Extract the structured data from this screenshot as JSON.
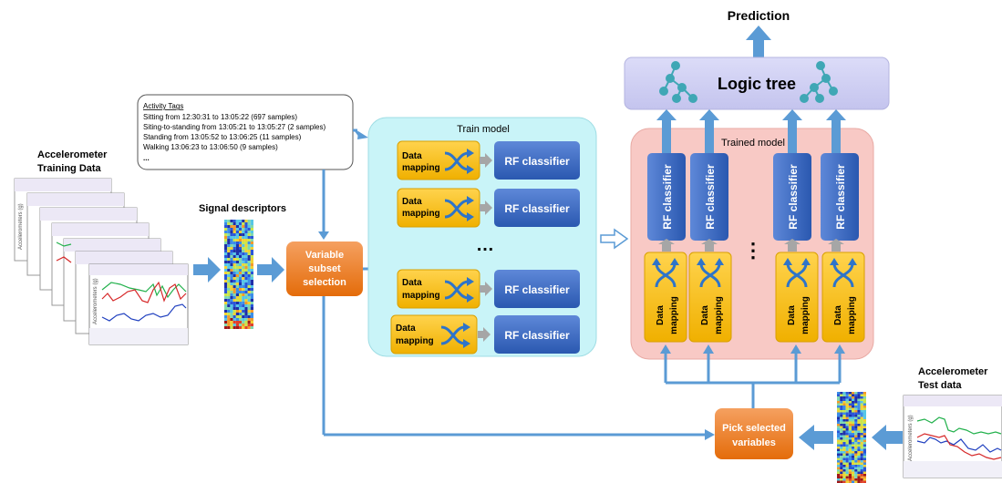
{
  "top": {
    "prediction": "Prediction"
  },
  "logic_tree": {
    "label": "Logic tree"
  },
  "activity_tags": {
    "title": "Activity Tags",
    "lines": [
      "Sitting from 12:30:31 to 13:05:22 (697 samples)",
      "Siting-to-standing from 13:05:21 to 13:05:27 (2 samples)",
      "Standing from 13:05:52 to 13:06:25 (11 samples)",
      "Walking 13:06:23 to 13:06:50 (9 samples)",
      "..."
    ]
  },
  "training_data": {
    "title_line1": "Accelerometer",
    "title_line2": "Training Data",
    "axis_label": "Accelerometers (g)"
  },
  "signal_descriptors": {
    "label": "Signal descriptors"
  },
  "variable_subset": {
    "line1": "Variable",
    "line2": "subset",
    "line3": "selection"
  },
  "train_model": {
    "title": "Train model",
    "data_mapping_line1": "Data",
    "data_mapping_line2": "mapping",
    "classifier": "RF classifier",
    "ellipsis": "…"
  },
  "trained_model": {
    "title": "Trained model",
    "classifier": "RF classifier",
    "data_mapping_line1": "Data",
    "data_mapping_line2": "mapping",
    "ellipsis": "⋮"
  },
  "test_data": {
    "title_line1": "Accelerometer",
    "title_line2": "Test data",
    "axis_label": "Accelerometers (g)"
  },
  "pick_selected": {
    "line1": "Pick selected",
    "line2": "variables"
  },
  "colors": {
    "arrow_blue": "#5b9bd5",
    "dark_blue": "#2f5fb3",
    "orange": "#ed7d31",
    "yellow": "#ffc000",
    "cyan_panel": "#c9f4f8",
    "pink_panel": "#f8c9c5",
    "lavender": "#c8c8f0"
  }
}
